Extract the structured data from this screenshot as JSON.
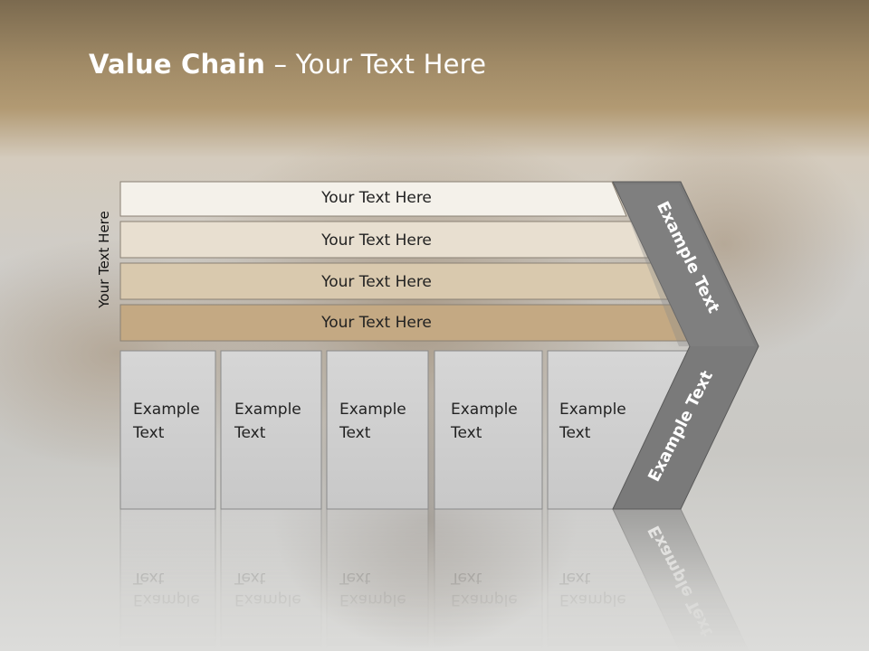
{
  "title": {
    "bold": "Value Chain",
    "rest": " – Your Text Here"
  },
  "side_label": "Your Text Here",
  "rows": [
    {
      "label": "Your Text Here",
      "color": "#f4f1ea"
    },
    {
      "label": "Your Text Here",
      "color": "#e8dfd0"
    },
    {
      "label": "Your Text Here",
      "color": "#d9c9ae"
    },
    {
      "label": "Your Text Here",
      "color": "#c4a983"
    }
  ],
  "columns": [
    {
      "line1": "Example",
      "line2": "Text"
    },
    {
      "line1": "Example",
      "line2": "Text"
    },
    {
      "line1": "Example",
      "line2": "Text"
    },
    {
      "line1": "Example",
      "line2": "Text"
    },
    {
      "line1": "Example",
      "line2": "Text"
    }
  ],
  "chevron_top_label": "Example Text",
  "chevron_bottom_label": "Example Text",
  "colors": {
    "chevron": "#7a7a7a",
    "column_fill": "#cfcfcf",
    "title_band": "#a08a66"
  }
}
